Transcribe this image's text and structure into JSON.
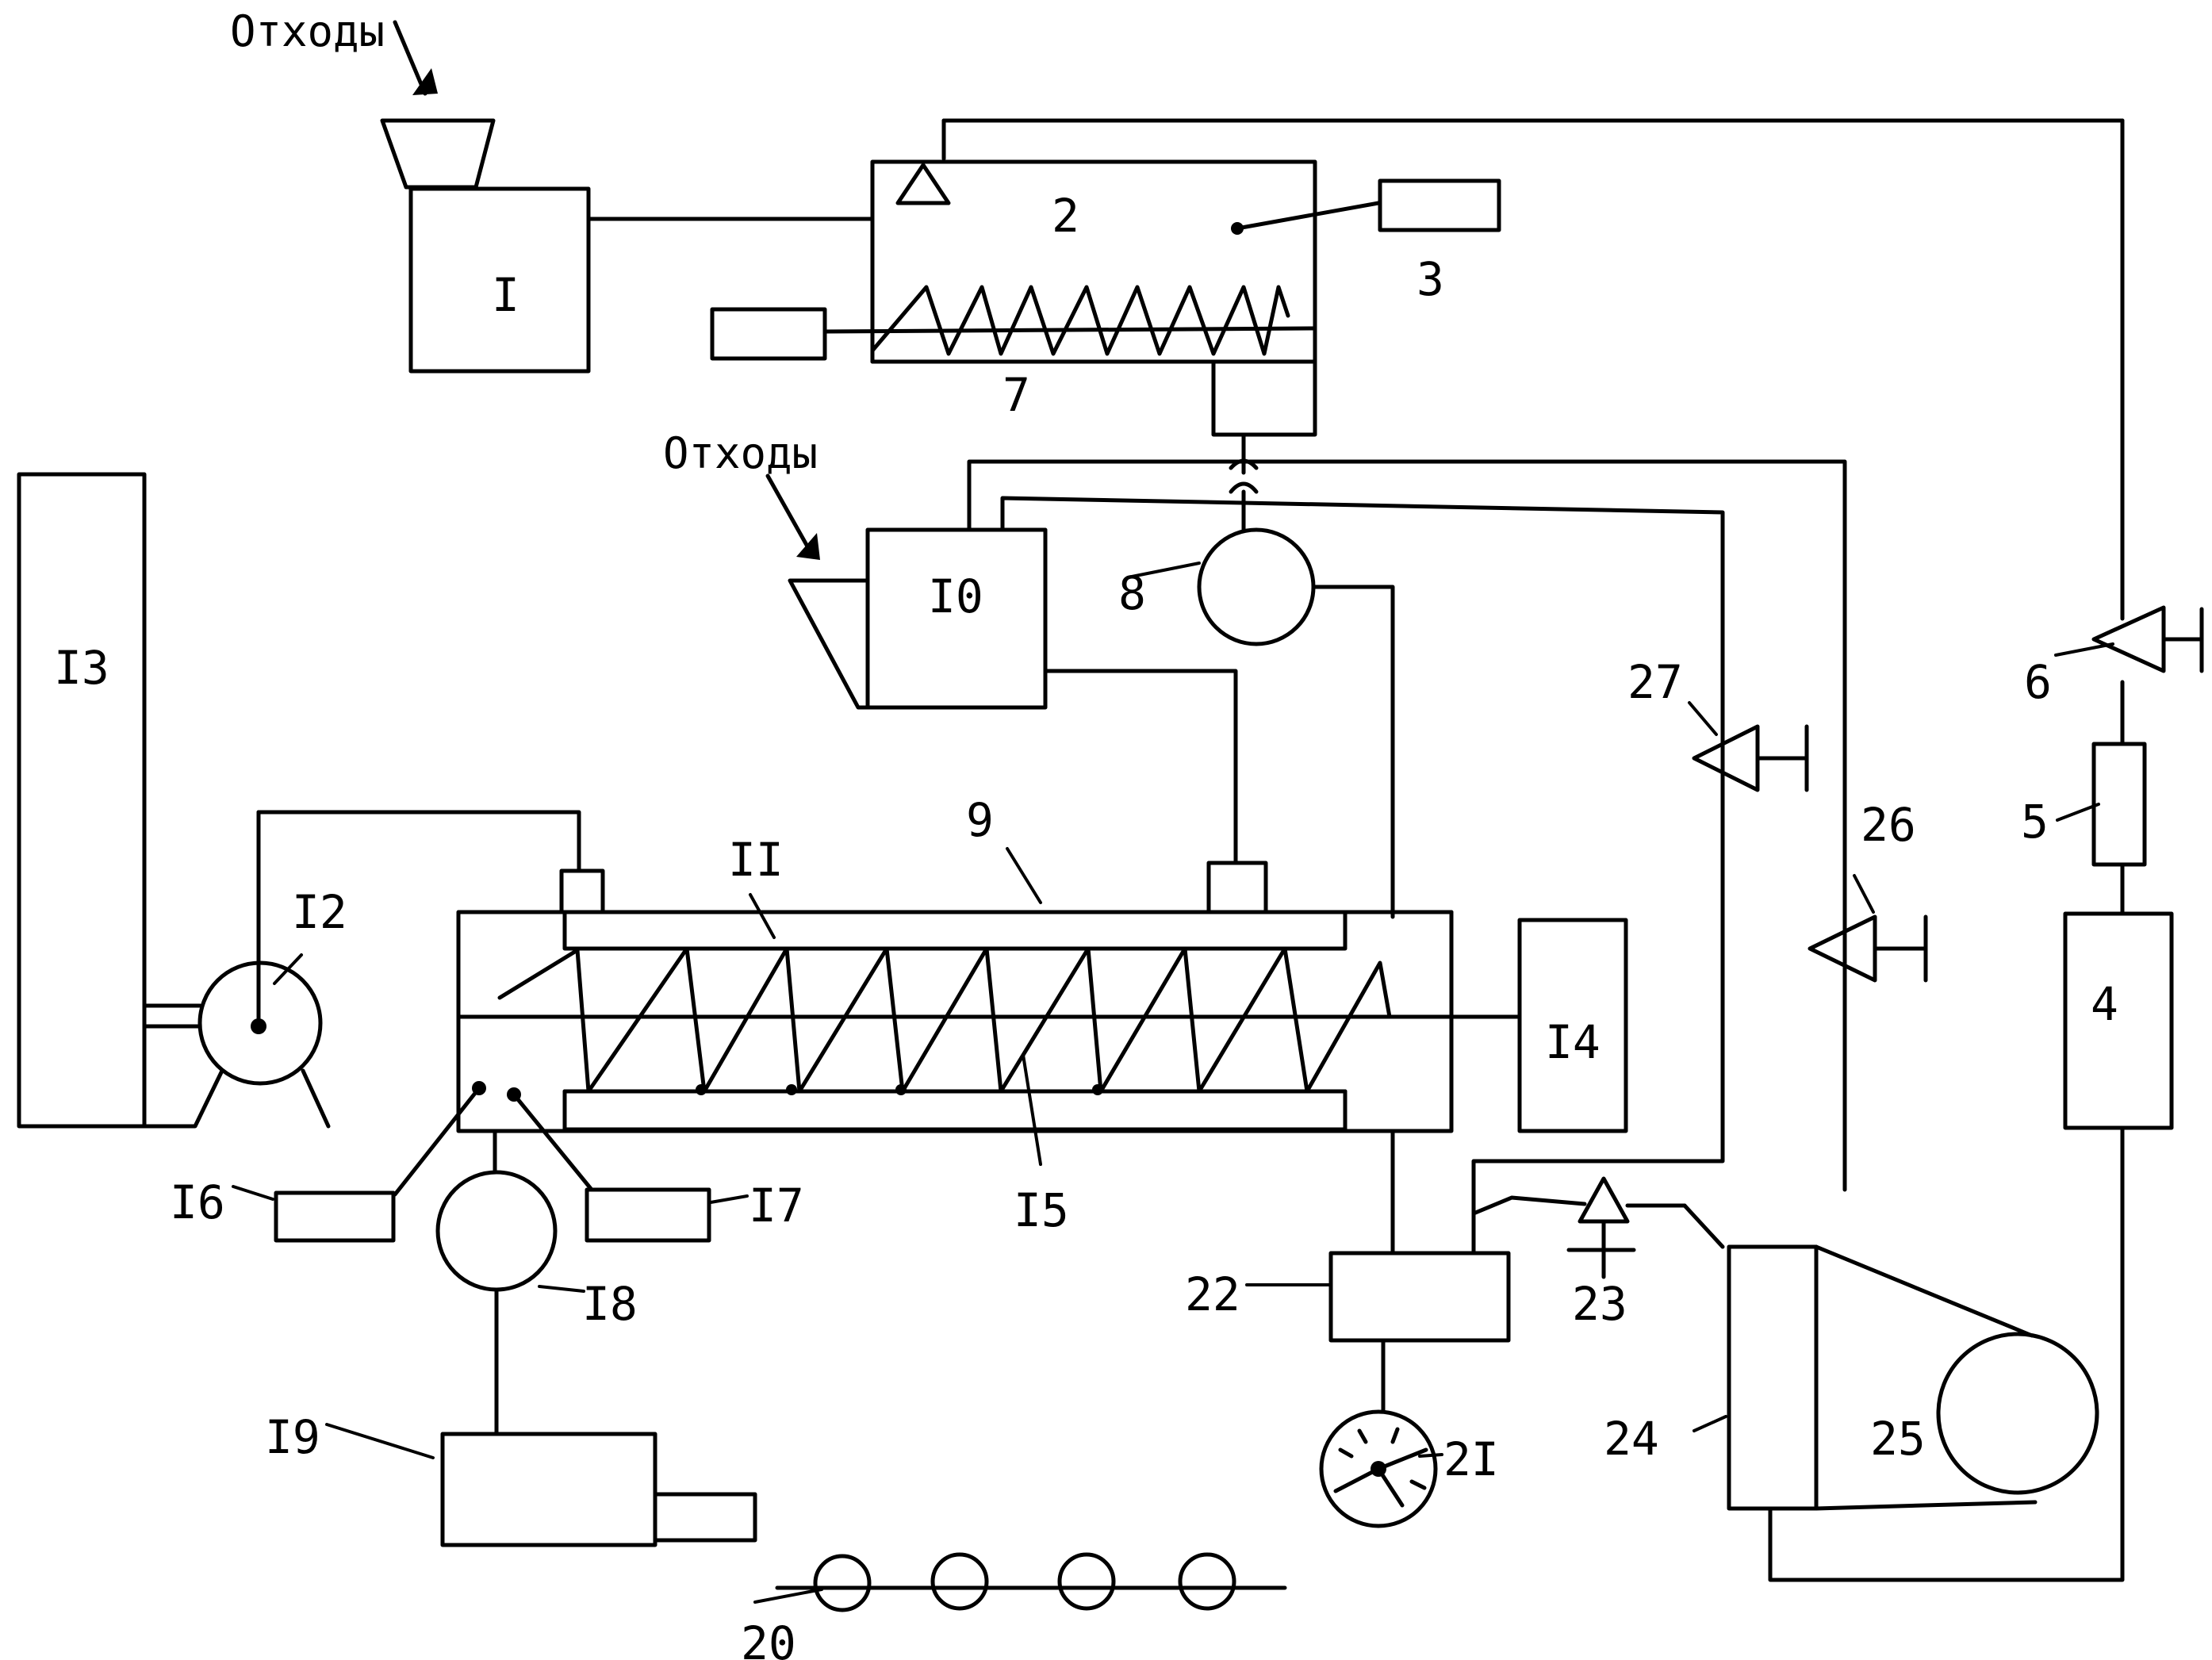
{
  "labels": {
    "waste_top": "Отходы",
    "waste_mid": "Отходы",
    "n1": "I",
    "n2": "2",
    "n3": "3",
    "n4": "4",
    "n5": "5",
    "n6": "6",
    "n7": "7",
    "n8": "8",
    "n9": "9",
    "n10": "I0",
    "n11": "II",
    "n12": "I2",
    "n13": "I3",
    "n14": "I4",
    "n15": "I5",
    "n16": "I6",
    "n17": "I7",
    "n18": "I8",
    "n19": "I9",
    "n20": "20",
    "n21": "2I",
    "n22": "22",
    "n23": "23",
    "n24": "24",
    "n25": "25",
    "n26": "26",
    "n27": "27"
  }
}
